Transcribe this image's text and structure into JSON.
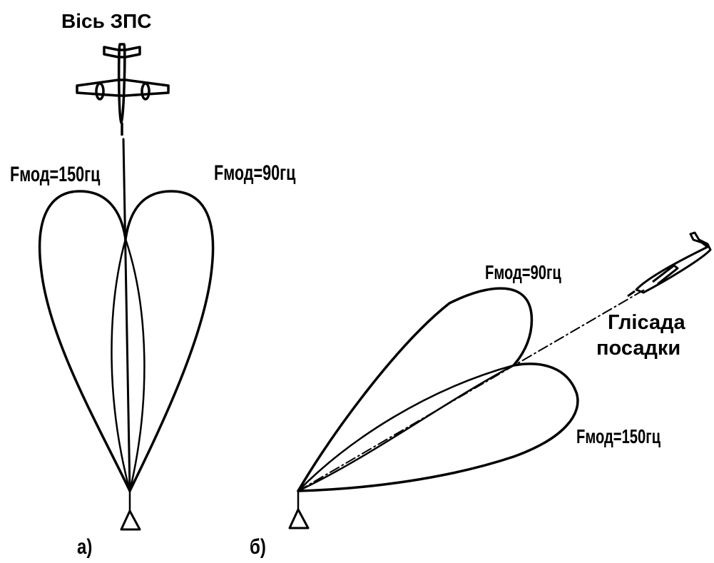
{
  "labels": {
    "runway_axis": "Вісь ЗПС",
    "a_left_lobe": "Fмод=150гц",
    "a_right_lobe": "Fмод=90гц",
    "b_upper_lobe": "Fмод=90гц",
    "b_lower_lobe": "Fмод=150гц",
    "glide_path_line1": "Глісада",
    "glide_path_line2": "посадки",
    "part_a": "а)",
    "part_b": "б)"
  },
  "icons": {
    "plane_top_view": "airplane-top-icon",
    "plane_side_view": "airplane-side-icon",
    "antenna_a": "triangle-antenna-icon",
    "antenna_b": "triangle-antenna-icon"
  },
  "colors": {
    "ink": "#000000",
    "background": "#ffffff"
  }
}
